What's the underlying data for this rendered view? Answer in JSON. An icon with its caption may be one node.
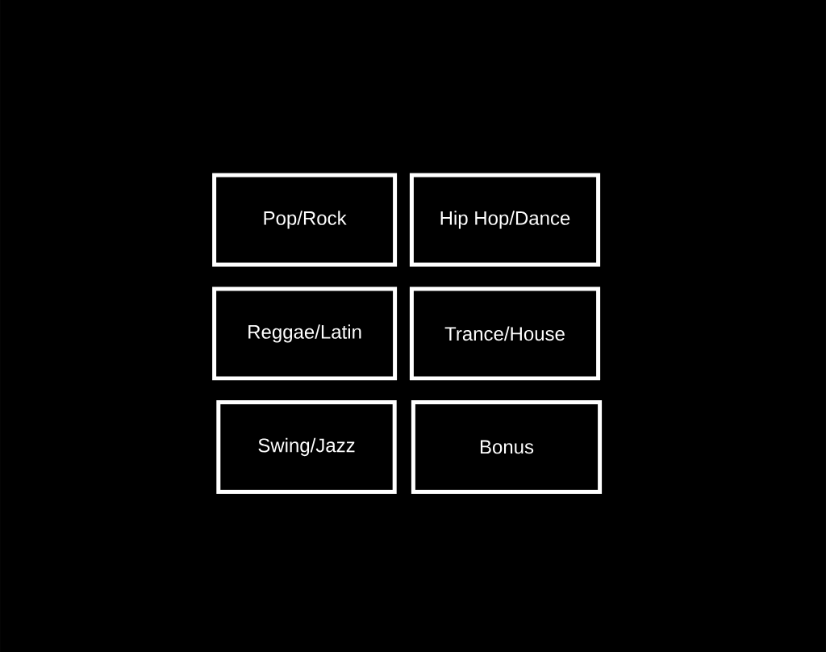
{
  "diagram": {
    "nodes": [
      {
        "text": [
          "Pop/Rock"
        ]
      },
      {
        "text": [
          "Hip Hop/Dance"
        ]
      },
      {
        "text": [
          "Reggae/Latin"
        ]
      },
      {
        "text": [
          "Trance/House"
        ]
      },
      {
        "text": [
          "Swing/Jazz"
        ]
      },
      {
        "text": [
          "Bonus"
        ]
      }
    ]
  }
}
